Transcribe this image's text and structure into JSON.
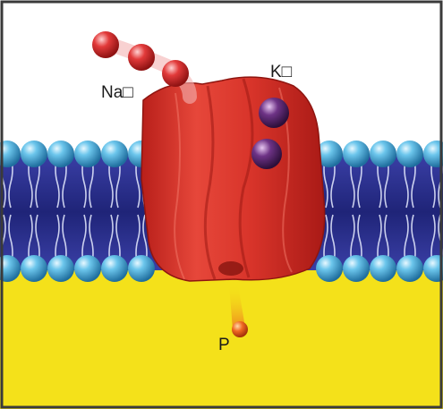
{
  "labels": {
    "sodium": "Na□",
    "potassium": "K□",
    "phosphate": "P"
  },
  "colors": {
    "extracellular": "#ffffff",
    "cytoplasm": "#f4e11a",
    "membrane_core": "#2b2f8f",
    "lipid_head": "#3aa7d8",
    "pump_protein": "#d8342a",
    "sodium_ion": "#d42b2b",
    "potassium_ion": "#5b2a6e",
    "phosphate": "#e8511c",
    "frame": "#3a3a3a"
  },
  "icons": {
    "sodium_ion": "red-sphere",
    "potassium_ion": "purple-sphere",
    "phosphate": "orange-sphere",
    "lipid_head": "blue-sphere"
  }
}
